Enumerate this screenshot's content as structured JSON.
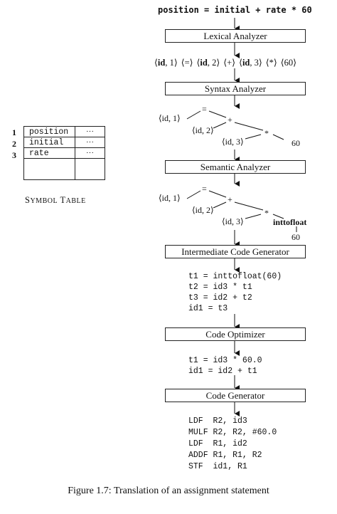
{
  "source_statement": "position = initial + rate * 60",
  "phases": {
    "lexical": "Lexical Analyzer",
    "syntax": "Syntax Analyzer",
    "semantic": "Semantic Analyzer",
    "intermediate": "Intermediate Code Generator",
    "optimizer": "Code Optimizer",
    "codegen": "Code Generator"
  },
  "token_stream": [
    {
      "kind": "id",
      "val": "1"
    },
    {
      "kind": "op",
      "val": "="
    },
    {
      "kind": "id",
      "val": "2"
    },
    {
      "kind": "op",
      "val": "+"
    },
    {
      "kind": "id",
      "val": "3"
    },
    {
      "kind": "op",
      "val": "*"
    },
    {
      "kind": "num",
      "val": "60"
    }
  ],
  "syntax_tree": {
    "id1": "⟨id, 1⟩",
    "id2": "⟨id, 2⟩",
    "id3": "⟨id, 3⟩",
    "assign": "=",
    "plus": "+",
    "times": "*",
    "num": "60"
  },
  "semantic_tree": {
    "id1": "⟨id, 1⟩",
    "id2": "⟨id, 2⟩",
    "id3": "⟨id, 3⟩",
    "assign": "=",
    "plus": "+",
    "times": "*",
    "conv": "inttofloat",
    "num": "60"
  },
  "intermediate_code": [
    "t1 = inttofloat(60)",
    "t2 = id3 * t1",
    "t3 = id2 + t2",
    "id1 = t3"
  ],
  "optimized_code": [
    "t1 = id3 * 60.0",
    "id1 = id2 + t1"
  ],
  "target_code": [
    "LDF  R2, id3",
    "MULF R2, R2, #60.0",
    "LDF  R1, id2",
    "ADDF R1, R1, R2",
    "STF  id1, R1"
  ],
  "symbol_table": {
    "title_first": "S",
    "title_first_rest": "YMBOL",
    "title_second": "T",
    "title_second_rest": "ABLE",
    "rows": [
      {
        "index": "1",
        "name": "position",
        "attr": "···"
      },
      {
        "index": "2",
        "name": "initial",
        "attr": "···"
      },
      {
        "index": "3",
        "name": "rate",
        "attr": "···"
      }
    ]
  },
  "caption": "Figure 1.7: Translation of an assignment statement"
}
